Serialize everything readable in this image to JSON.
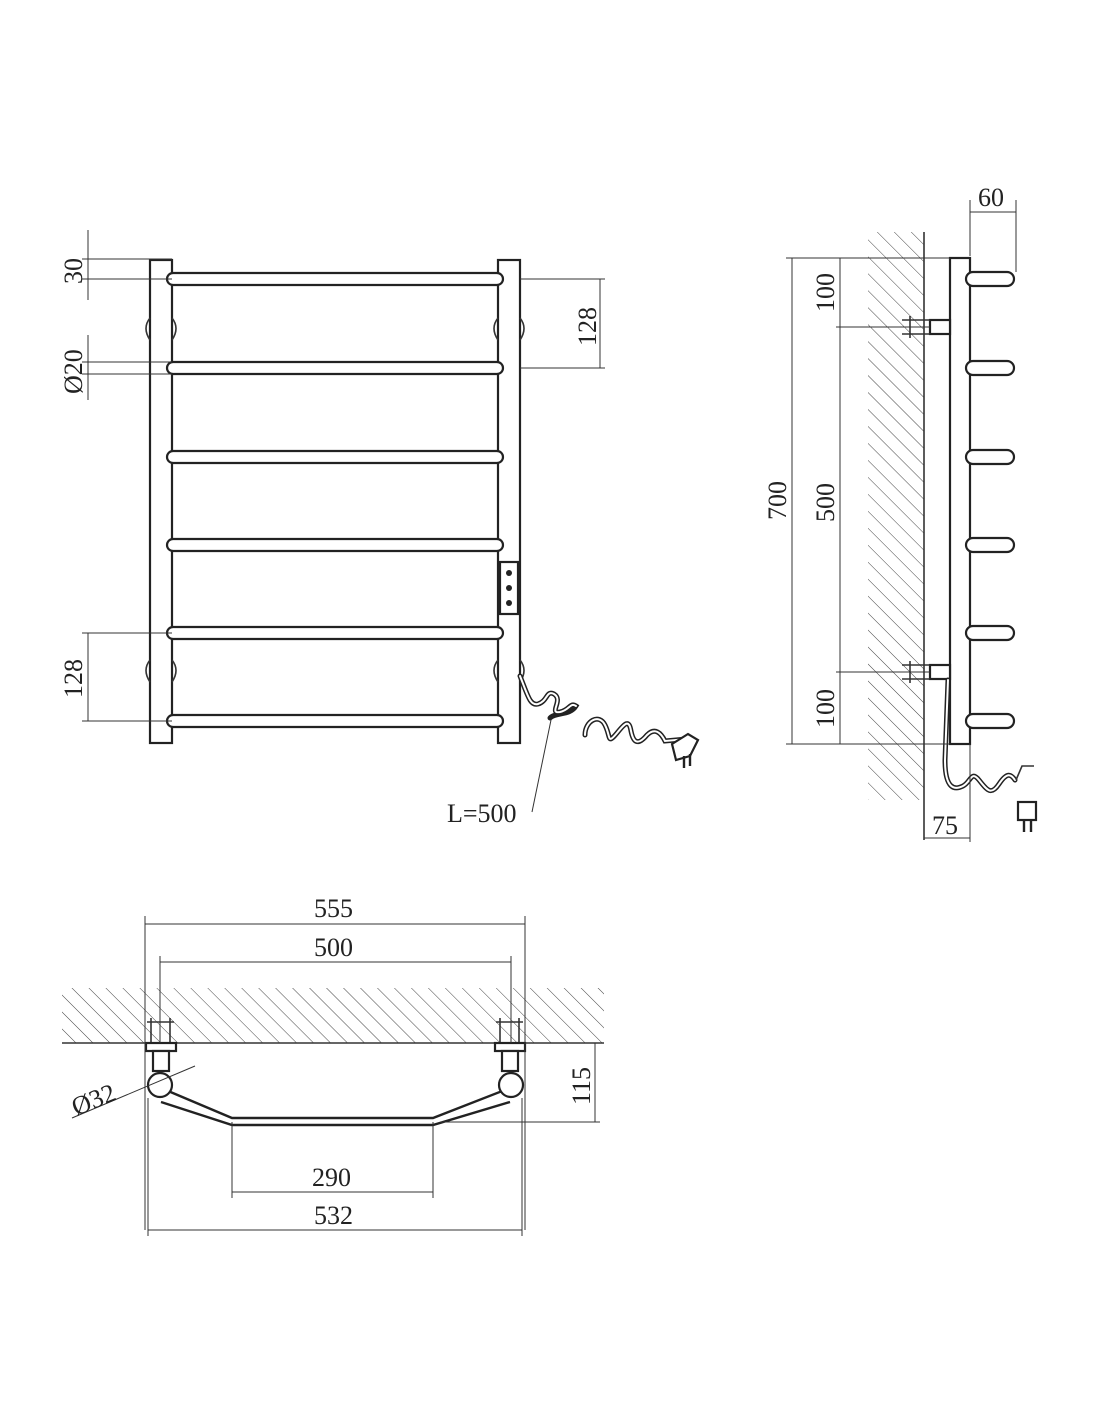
{
  "labels": {
    "front_dim_30": "30",
    "front_dim_d20": "Ø20",
    "front_dim_128_top": "128",
    "front_dim_128_bottom": "128",
    "cord_length": "L=500",
    "side_dim_60": "60",
    "side_dim_700": "700",
    "side_dim_100_top": "100",
    "side_dim_500": "500",
    "side_dim_100_bottom": "100",
    "side_dim_75": "75",
    "top_dim_555": "555",
    "top_dim_500": "500",
    "top_dim_d32": "Ø32",
    "top_dim_115": "115",
    "top_dim_290": "290",
    "top_dim_532": "532"
  },
  "colors": {
    "line": "#222222",
    "background": "#ffffff"
  }
}
